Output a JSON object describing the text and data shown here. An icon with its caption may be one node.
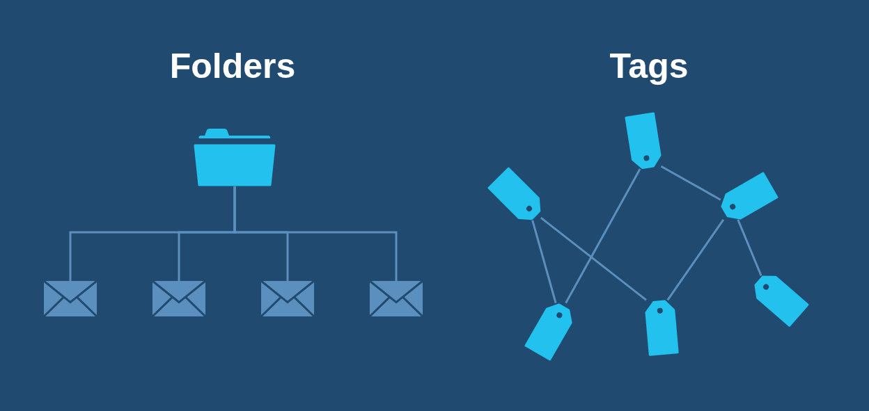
{
  "diagram": {
    "nodes": [
      {
        "text": [],
        "shape": "folder"
      },
      {
        "text": [],
        "shape": "envelope"
      },
      {
        "text": [],
        "shape": "envelope"
      },
      {
        "text": [],
        "shape": "envelope"
      },
      {
        "text": [],
        "shape": "envelope"
      },
      {
        "text": [],
        "shape": "tag"
      },
      {
        "text": [],
        "shape": "tag"
      },
      {
        "text": [],
        "shape": "tag"
      },
      {
        "text": [],
        "shape": "tag"
      },
      {
        "text": [],
        "shape": "tag"
      },
      {
        "text": [],
        "shape": "tag"
      }
    ],
    "edges": [
      {
        "from": 0,
        "to": 1,
        "arrow": "none"
      },
      {
        "from": 0,
        "to": 2,
        "arrow": "none"
      },
      {
        "from": 0,
        "to": 3,
        "arrow": "none"
      },
      {
        "from": 0,
        "to": 4,
        "arrow": "none"
      },
      {
        "from": 5,
        "to": 9,
        "arrow": "none"
      },
      {
        "from": 5,
        "to": 7,
        "arrow": "none"
      },
      {
        "from": 6,
        "to": 9,
        "arrow": "none"
      },
      {
        "from": 6,
        "to": 10,
        "arrow": "none"
      },
      {
        "from": 7,
        "to": 10,
        "arrow": "none"
      },
      {
        "from": 7,
        "to": 8,
        "arrow": "none"
      }
    ],
    "labels": [
      "Folders",
      "Tags"
    ]
  }
}
